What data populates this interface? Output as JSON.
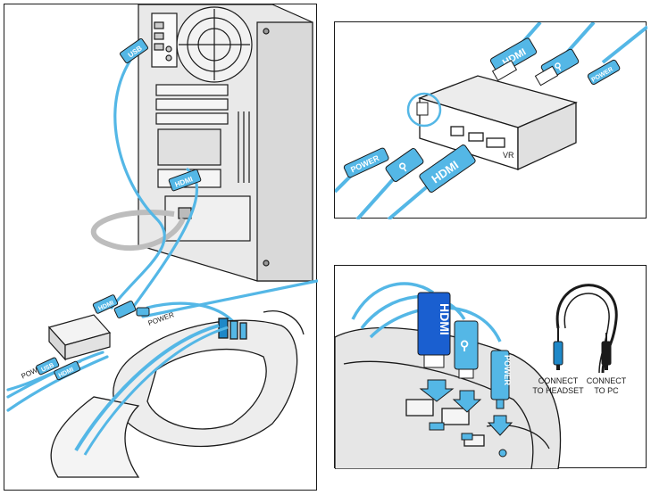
{
  "labels": {
    "usb": "USB",
    "hdmi": "HDMI",
    "power": "POWER",
    "vr": "VR",
    "connect_headset_line1": "CONNECT",
    "connect_headset_line2": "TO HEADSET",
    "connect_pc_line1": "CONNECT",
    "connect_pc_line2": "TO PC"
  },
  "colors": {
    "cable": "#54b7e6",
    "cable_dark": "#1e88c8",
    "hdmi_plug_dark": "#1a5fd0",
    "device_gray": "#e8e8e8",
    "outline": "#1a1a1a"
  },
  "icons": {
    "usb": "usb-trident-icon",
    "power": "power-icon"
  }
}
